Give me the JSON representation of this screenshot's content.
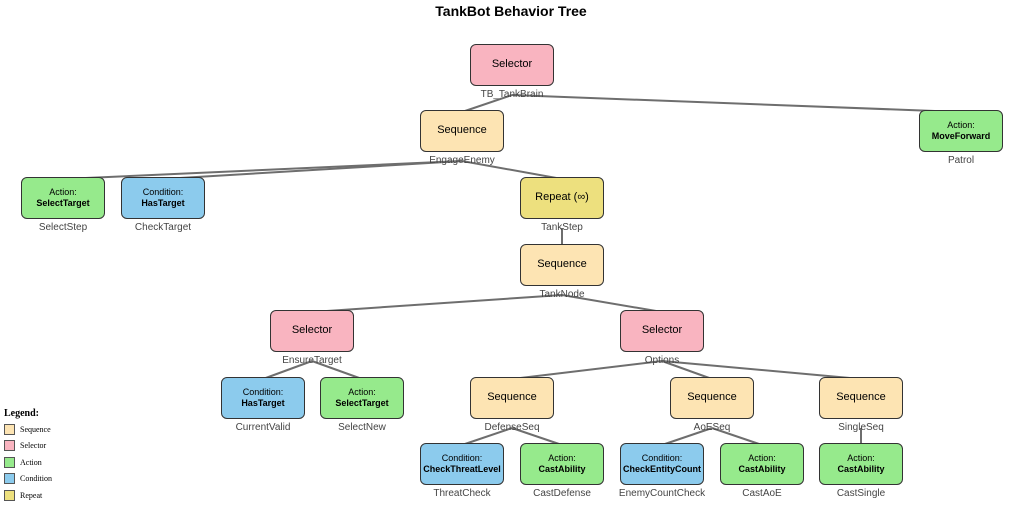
{
  "title": "TankBot Behavior Tree",
  "colors": {
    "Sequence": "#fde4b3",
    "Selector": "#f9b4c0",
    "Action": "#96ea8c",
    "Condition": "#8ccbed",
    "Repeat": "#ede07e"
  },
  "nodes": [
    {
      "id": "tb",
      "type": "Selector",
      "l1": "",
      "l2": "Selector",
      "label": "TB_TankBrain"
    },
    {
      "id": "patrol",
      "type": "Action",
      "l1": "Action:",
      "l2": "MoveForward",
      "label": "Patrol"
    },
    {
      "id": "engage",
      "type": "Sequence",
      "l1": "",
      "l2": "Sequence",
      "label": "EngageEnemy"
    },
    {
      "id": "selstep",
      "type": "Action",
      "l1": "Action:",
      "l2": "SelectTarget",
      "label": "SelectStep"
    },
    {
      "id": "chktarget",
      "type": "Condition",
      "l1": "Condition:",
      "l2": "HasTarget",
      "label": "CheckTarget"
    },
    {
      "id": "tankstep",
      "type": "Repeat",
      "l1": "",
      "l2": "Repeat (∞)",
      "label": "TankStep"
    },
    {
      "id": "tanknode",
      "type": "Sequence",
      "l1": "",
      "l2": "Sequence",
      "label": "TankNode"
    },
    {
      "id": "ensure",
      "type": "Selector",
      "l1": "",
      "l2": "Selector",
      "label": "EnsureTarget"
    },
    {
      "id": "options",
      "type": "Selector",
      "l1": "",
      "l2": "Selector",
      "label": "Options"
    },
    {
      "id": "curvalid",
      "type": "Condition",
      "l1": "Condition:",
      "l2": "HasTarget",
      "label": "CurrentValid"
    },
    {
      "id": "selnew",
      "type": "Action",
      "l1": "Action:",
      "l2": "SelectTarget",
      "label": "SelectNew"
    },
    {
      "id": "defseq",
      "type": "Sequence",
      "l1": "",
      "l2": "Sequence",
      "label": "DefenseSeq"
    },
    {
      "id": "aoeseq",
      "type": "Sequence",
      "l1": "",
      "l2": "Sequence",
      "label": "AoESeq"
    },
    {
      "id": "singleseq",
      "type": "Sequence",
      "l1": "",
      "l2": "Sequence",
      "label": "SingleSeq"
    },
    {
      "id": "threat",
      "type": "Condition",
      "l1": "Condition:",
      "l2": "CheckThreatLevel",
      "label": "ThreatCheck"
    },
    {
      "id": "castdef",
      "type": "Action",
      "l1": "Action:",
      "l2": "CastAbility",
      "label": "CastDefense"
    },
    {
      "id": "enemycount",
      "type": "Condition",
      "l1": "Condition:",
      "l2": "CheckEntityCount",
      "label": "EnemyCountCheck"
    },
    {
      "id": "castaoe",
      "type": "Action",
      "l1": "Action:",
      "l2": "CastAbility",
      "label": "CastAoE"
    },
    {
      "id": "castsingle",
      "type": "Action",
      "l1": "Action:",
      "l2": "CastAbility",
      "label": "CastSingle"
    }
  ],
  "edges": [
    [
      "tb",
      "engage"
    ],
    [
      "tb",
      "patrol"
    ],
    [
      "engage",
      "selstep"
    ],
    [
      "engage",
      "chktarget"
    ],
    [
      "engage",
      "tankstep"
    ],
    [
      "tankstep",
      "tanknode"
    ],
    [
      "tanknode",
      "ensure"
    ],
    [
      "tanknode",
      "options"
    ],
    [
      "ensure",
      "curvalid"
    ],
    [
      "ensure",
      "selnew"
    ],
    [
      "options",
      "defseq"
    ],
    [
      "options",
      "aoeseq"
    ],
    [
      "options",
      "singleseq"
    ],
    [
      "defseq",
      "threat"
    ],
    [
      "defseq",
      "castdef"
    ],
    [
      "aoeseq",
      "enemycount"
    ],
    [
      "aoeseq",
      "castaoe"
    ],
    [
      "singleseq",
      "castsingle"
    ]
  ],
  "legend": {
    "title": "Legend:",
    "items": [
      {
        "name": "Sequence",
        "type": "Sequence"
      },
      {
        "name": "Selector",
        "type": "Selector"
      },
      {
        "name": "Action",
        "type": "Action"
      },
      {
        "name": "Condition",
        "type": "Condition"
      },
      {
        "name": "Repeat",
        "type": "Repeat"
      }
    ]
  }
}
